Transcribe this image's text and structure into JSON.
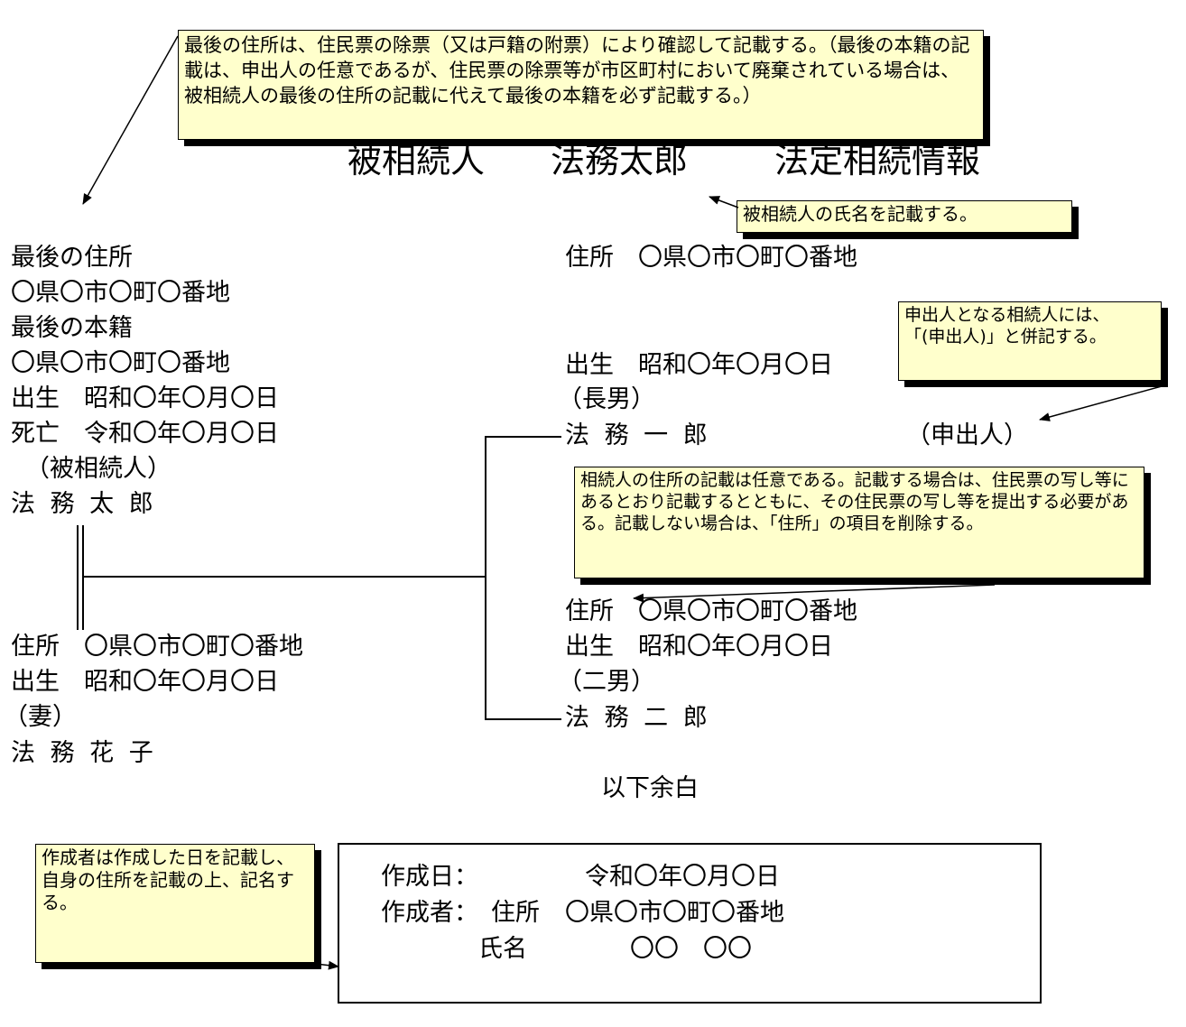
{
  "title": {
    "label": "被相続人",
    "name": "法務太郎",
    "doc": "法定相続情報"
  },
  "notes": {
    "top": "最後の住所は、住民票の除票（又は戸籍の附票）により確認して記載する。（最後の本籍の記載は、申出人の任意であるが、住民票の除票等が市区町村において廃棄されている場合は、被相続人の最後の住所の記載に代えて最後の本籍を必ず記載する。）",
    "name_note": "被相続人の氏名を記載する。",
    "applicant_note": "申出人となる相続人には、\n「(申出人)」と併記する。",
    "address_note": "相続人の住所の記載は任意である。記載する場合は、住民票の写し等にあるとおり記載するとともに、その住民票の写し等を提出する必要がある。記載しない場合は、「住所」の項目を削除する。",
    "creator_note": "作成者は作成した日を記載し、自身の住所を記載の上、記名する。"
  },
  "deceased": {
    "last_address_label": "最後の住所",
    "last_address": "〇県〇市〇町〇番地",
    "last_domicile_label": "最後の本籍",
    "last_domicile": "〇県〇市〇町〇番地",
    "birth": "出生　昭和〇年〇月〇日",
    "death": "死亡　令和〇年〇月〇日",
    "role": "（被相続人）",
    "name": "法 務 太 郎"
  },
  "spouse": {
    "address": "住所　〇県〇市〇町〇番地",
    "birth": "出生　昭和〇年〇月〇日",
    "role": "（妻）",
    "name": "法 務 花 子"
  },
  "son1": {
    "address": "住所　〇県〇市〇町〇番地",
    "birth": "出生　昭和〇年〇月〇日",
    "role": "（長男）",
    "name": "法 務 一 郎",
    "applicant": "（申出人）"
  },
  "son2": {
    "address": "住所　〇県〇市〇町〇番地",
    "birth": "出生　昭和〇年〇月〇日",
    "role": "（二男）",
    "name": "法 務 二 郎"
  },
  "blank_text": "以下余白",
  "creator": {
    "date_label": "作成日：",
    "date": "令和〇年〇月〇日",
    "creator_label": "作成者：",
    "address_label": "住所",
    "address": "〇県〇市〇町〇番地",
    "name_label": "氏名",
    "name": "〇〇　〇〇"
  }
}
